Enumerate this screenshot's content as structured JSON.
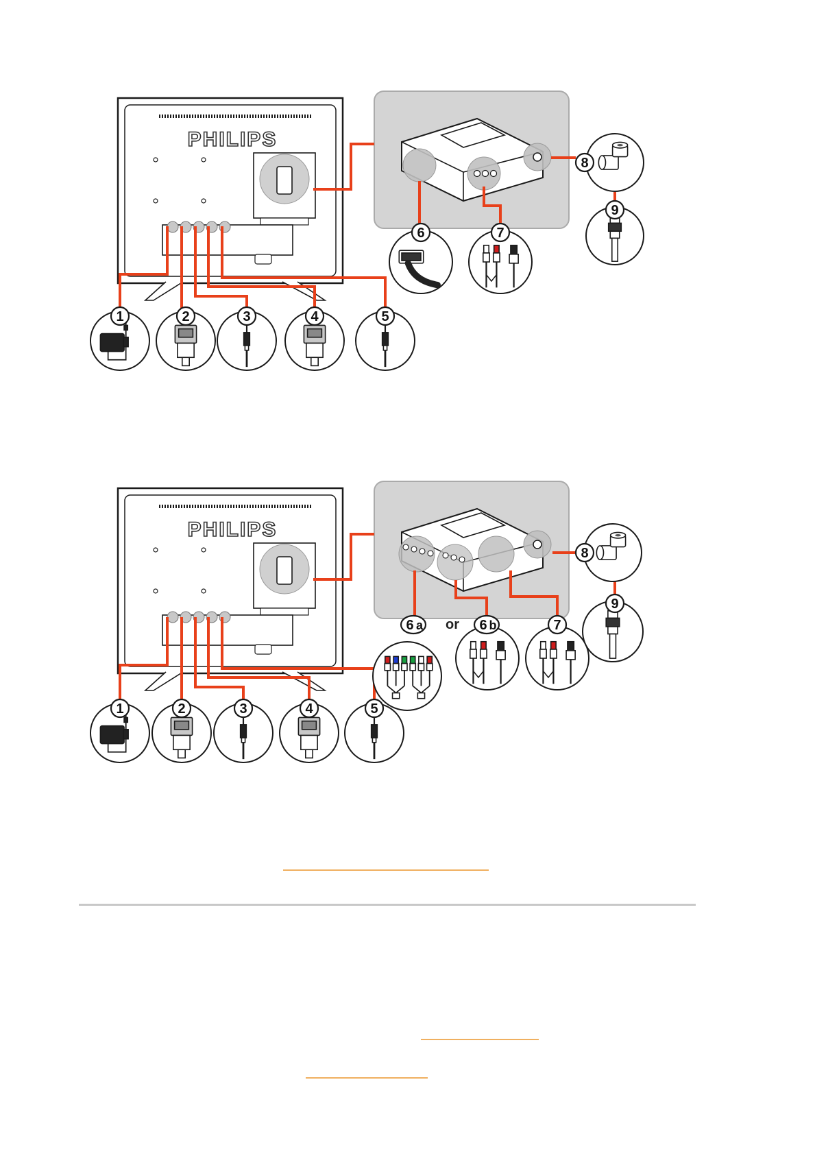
{
  "brand": "PHILIPS",
  "diagrams": [
    {
      "callouts": [
        {
          "label": "1",
          "connector": "power-adapter"
        },
        {
          "label": "2",
          "connector": "vga-cable"
        },
        {
          "label": "3",
          "connector": "audio-jack"
        },
        {
          "label": "4",
          "connector": "vga-cable"
        },
        {
          "label": "5",
          "connector": "audio-jack"
        },
        {
          "label": "6",
          "connector": "scart-cable"
        },
        {
          "label": "7",
          "connector": "av-cable-3"
        },
        {
          "label": "8",
          "connector": "antenna-right-angle"
        },
        {
          "label": "9",
          "connector": "coax-cable"
        }
      ]
    },
    {
      "callouts": [
        {
          "label": "1",
          "connector": "power-adapter"
        },
        {
          "label": "2",
          "connector": "vga-cable"
        },
        {
          "label": "3",
          "connector": "audio-jack"
        },
        {
          "label": "4",
          "connector": "vga-cable"
        },
        {
          "label": "5",
          "connector": "audio-jack"
        },
        {
          "label": "6",
          "sub": "a",
          "connector": "component-cable-6"
        },
        {
          "label": "6",
          "sub": "b",
          "connector": "av-cable-3"
        },
        {
          "label": "7",
          "connector": "av-cable-3"
        },
        {
          "label": "8",
          "connector": "antenna-right-angle"
        },
        {
          "label": "9",
          "connector": "coax-cable"
        }
      ],
      "or_label": "or"
    }
  ],
  "colors": {
    "wire": "#e8401a",
    "panel": "#d4d4d4",
    "outline": "#1a1a1a",
    "link": "#f0b060"
  }
}
